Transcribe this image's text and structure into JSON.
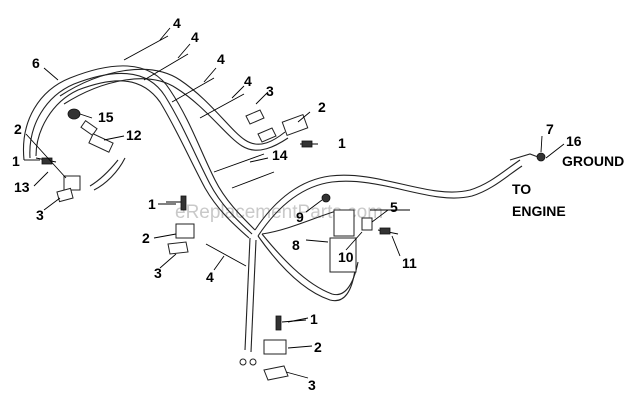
{
  "watermark": "eReplacementParts.com",
  "callouts": [
    {
      "id": "c4a",
      "text": "4"
    },
    {
      "id": "c4b",
      "text": "4"
    },
    {
      "id": "c4c",
      "text": "4"
    },
    {
      "id": "c4d",
      "text": "4"
    },
    {
      "id": "c6",
      "text": "6"
    },
    {
      "id": "c3a",
      "text": "3"
    },
    {
      "id": "c2a",
      "text": "2"
    },
    {
      "id": "c1a",
      "text": "1"
    },
    {
      "id": "c15",
      "text": "15"
    },
    {
      "id": "c2b",
      "text": "2"
    },
    {
      "id": "c12",
      "text": "12"
    },
    {
      "id": "c1b",
      "text": "1"
    },
    {
      "id": "c13",
      "text": "13"
    },
    {
      "id": "c3b",
      "text": "3"
    },
    {
      "id": "c14",
      "text": "14"
    },
    {
      "id": "c7",
      "text": "7"
    },
    {
      "id": "c16",
      "text": "16"
    },
    {
      "id": "c1c",
      "text": "1"
    },
    {
      "id": "c2c",
      "text": "2"
    },
    {
      "id": "c3c",
      "text": "3"
    },
    {
      "id": "c9",
      "text": "9"
    },
    {
      "id": "c5",
      "text": "5"
    },
    {
      "id": "c4e",
      "text": "4"
    },
    {
      "id": "c8",
      "text": "8"
    },
    {
      "id": "c10",
      "text": "10"
    },
    {
      "id": "c11",
      "text": "11"
    },
    {
      "id": "c1d",
      "text": "1"
    },
    {
      "id": "c2d",
      "text": "2"
    },
    {
      "id": "c3d",
      "text": "3"
    }
  ],
  "labels": {
    "ground": "GROUND",
    "to": "TO",
    "engine": "ENGINE"
  }
}
